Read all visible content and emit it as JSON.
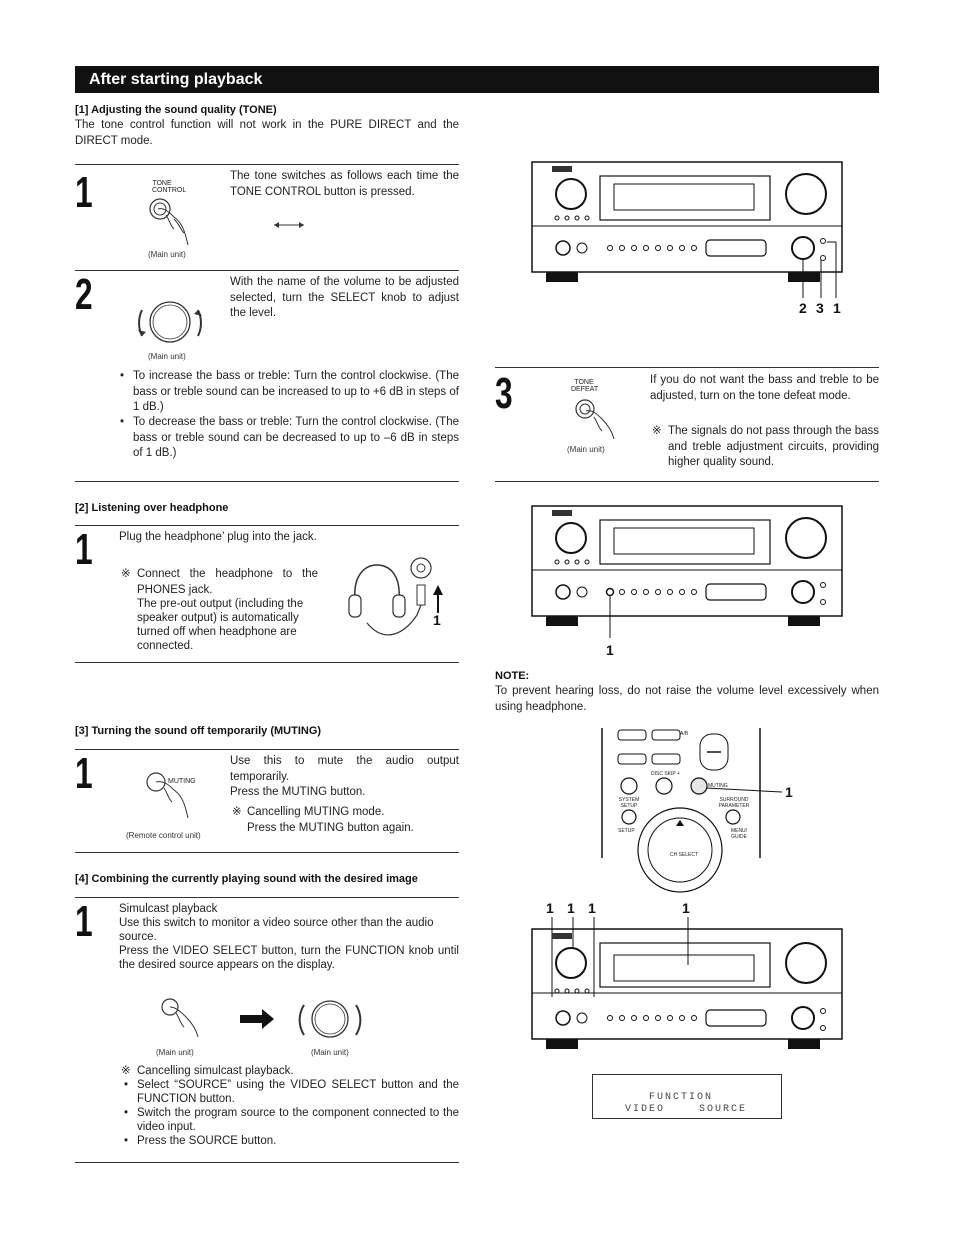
{
  "banner": {
    "title": "After starting playback"
  },
  "tone": {
    "heading": "[1] Adjusting the sound quality (TONE)",
    "intro": "The tone control function will not work in the PURE DIRECT and the DIRECT mode.",
    "step1": {
      "num": "1",
      "button_label_1": "TONE",
      "button_label_2": "CONTROL",
      "caption": "(Main unit)",
      "text": "The tone switches as follows each time the TONE CONTROL button is pressed."
    },
    "step2": {
      "num": "2",
      "caption": "(Main unit)",
      "text": "With the name of the volume to be adjusted selected, turn the SELECT knob to adjust the level.",
      "bullets": [
        "To increase the bass or treble: Turn the control clockwise. (The bass or treble sound can be increased to up to +6 dB in steps of 1 dB.)",
        "To decrease the bass or treble: Turn the control clockwise. (The bass or treble sound can be decreased to up to –6 dB in steps of 1 dB.)"
      ]
    },
    "step3": {
      "num": "3",
      "button_label_1": "TONE",
      "button_label_2": "DEFEAT",
      "caption": "(Main unit)",
      "text": "If you do not want the bass and treble to be adjusted, turn on the tone defeat mode.",
      "note_mark": "※",
      "note": "The signals do not pass through the bass and treble adjustment circuits, providing higher quality sound."
    },
    "diagram_callouts": [
      "2",
      "3",
      "1"
    ]
  },
  "headphone": {
    "heading": "[2] Listening over headphone",
    "step1": {
      "num": "1",
      "text": "Plug the headphone’ plug into the jack.",
      "note_mark": "※",
      "note1": "Connect the headphone to the PHONES jack.",
      "note2": "The pre-out output (including the speaker output) is automatically turned off when headphone are connected.",
      "callout": "1"
    },
    "diagram_callout": "1",
    "note_heading": "NOTE:",
    "note_text": "To prevent hearing loss, do not raise the volume level excessively when using headphone."
  },
  "muting": {
    "heading": "[3] Turning the sound off temporarily (MUTING)",
    "step1": {
      "num": "1",
      "button_label": "MUTING",
      "caption": "(Remote control unit)",
      "text1": "Use this to mute the audio output temporarily.",
      "text2": "Press the MUTING button.",
      "note_mark": "※",
      "note1": "Cancelling MUTING mode.",
      "note2": "Press the MUTING button again."
    },
    "remote": {
      "disc_skip": "DISC SKIP +",
      "muting": "MUTING",
      "ab": "A/B",
      "system_setup": "SYSTEM SETUP",
      "surround_parameter": "SURROUND PARAMETER",
      "setup": "SETUP",
      "menu_guide": "MENU/ GUIDE",
      "ch_select": "CH SELECT",
      "callout": "1"
    }
  },
  "combine": {
    "heading": "[4] Combining the currently playing sound with the desired image",
    "step1": {
      "num": "1",
      "title": "Simulcast playback",
      "text": "Use this switch to monitor a video source other than the audio source.",
      "text2": "Press the VIDEO SELECT button, turn the FUNCTION knob until the desired source appears on the display.",
      "caption_left": "(Main unit)",
      "caption_right": "(Main unit)",
      "note_mark": "※",
      "note": "Cancelling simulcast playback.",
      "bullets": [
        "Select “SOURCE” using the VIDEO SELECT button and the FUNCTION button.",
        "Switch the program source to the component connected to the video input.",
        "Press the SOURCE button."
      ]
    },
    "diagram_callouts": [
      "1",
      "1",
      "1",
      "1"
    ],
    "display": {
      "line1": "FUNCTION",
      "line2a": "VIDEO",
      "line2b": "SOURCE"
    }
  }
}
